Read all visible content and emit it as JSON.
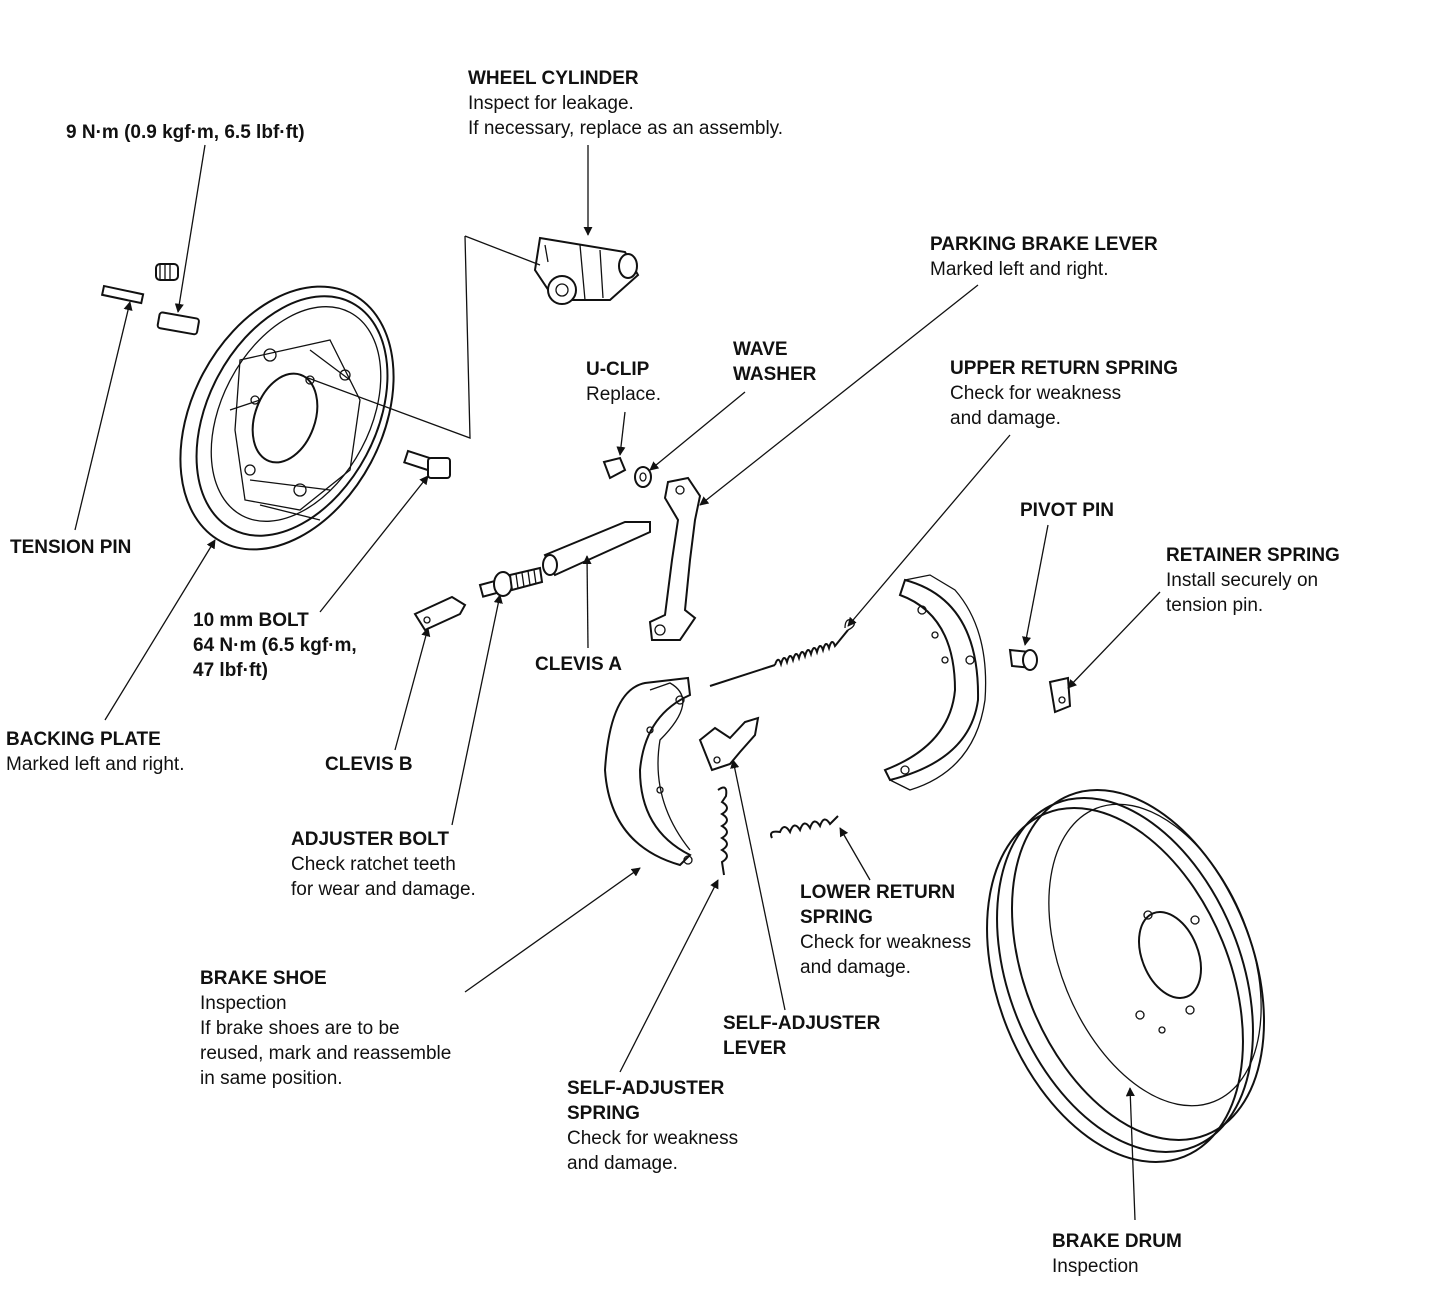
{
  "labels": {
    "wheel_cylinder": {
      "title": "WHEEL CYLINDER",
      "lines": [
        "Inspect for leakage.",
        "If necessary, replace as an assembly."
      ]
    },
    "torque_9nm": {
      "title": "9 N·m (0.9 kgf·m, 6.5 lbf·ft)"
    },
    "parking_brake_lever": {
      "title": "PARKING BRAKE LEVER",
      "lines": [
        "Marked left and right."
      ]
    },
    "u_clip": {
      "title": "U-CLIP",
      "lines": [
        "Replace."
      ]
    },
    "wave_washer": {
      "title": "WAVE",
      "title2": "WASHER"
    },
    "upper_return_spring": {
      "title": "UPPER RETURN SPRING",
      "lines": [
        "Check for weakness",
        "and damage."
      ]
    },
    "pivot_pin": {
      "title": "PIVOT PIN"
    },
    "retainer_spring": {
      "title": "RETAINER SPRING",
      "lines": [
        "Install securely on",
        "tension pin."
      ]
    },
    "tension_pin": {
      "title": "TENSION PIN"
    },
    "bolt_10mm": {
      "title": "10 mm BOLT",
      "title2": "64 N·m (6.5 kgf·m,",
      "title3": "47 lbf·ft)"
    },
    "clevis_a": {
      "title": "CLEVIS A"
    },
    "backing_plate": {
      "title": "BACKING PLATE",
      "lines": [
        "Marked left and right."
      ]
    },
    "clevis_b": {
      "title": "CLEVIS B"
    },
    "adjuster_bolt": {
      "title": "ADJUSTER BOLT",
      "lines": [
        "Check ratchet teeth",
        "for wear and damage."
      ]
    },
    "lower_return_spring": {
      "title": "LOWER RETURN",
      "title2": "SPRING",
      "lines": [
        "Check for weakness",
        "and damage."
      ]
    },
    "brake_shoe": {
      "title": "BRAKE SHOE",
      "lines": [
        "Inspection",
        "If brake shoes are to be",
        "reused, mark and reassemble",
        "in same position."
      ]
    },
    "self_adjuster_lever": {
      "title": "SELF-ADJUSTER",
      "title2": "LEVER"
    },
    "self_adjuster_spring": {
      "title": "SELF-ADJUSTER",
      "title2": "SPRING",
      "lines": [
        "Check for weakness",
        "and damage."
      ]
    },
    "brake_drum": {
      "title": "BRAKE DRUM",
      "lines": [
        "Inspection"
      ]
    }
  },
  "colors": {
    "ink": "#111111",
    "paper": "#ffffff"
  }
}
